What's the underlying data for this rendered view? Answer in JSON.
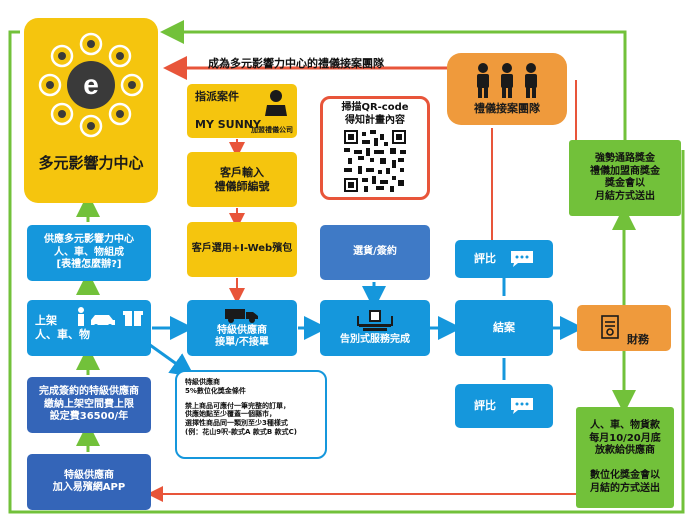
{
  "center": {
    "label": "多元影響力中心",
    "logo": "e"
  },
  "top_label": "成為多元影響力中心的禮儀接案團隊",
  "assign_case": {
    "line1": "指派案件",
    "line2": "MY SUNNY",
    "sub": "加盟禮儀公司"
  },
  "qr": {
    "title": "掃描QR-code\n得知計畫內容"
  },
  "team": {
    "label": "禮儀接案團隊"
  },
  "client_input": {
    "label": "客戶輸入\n禮儀師編號"
  },
  "client_select": {
    "label": "客戶選用+I-Web殯包"
  },
  "select_sign": {
    "label": "選貨/簽約"
  },
  "review_top": {
    "label": "評比"
  },
  "review_bottom": {
    "label": "評比"
  },
  "bonus_green": {
    "label": "強勢通路獎金\n禮儀加盟商獎金\n獎金會以\n月結方式送出"
  },
  "left_blue_center": {
    "label": "供應多元影響力中心\n人、車、物組成\n[表禮怎麼辦?]"
  },
  "listing": {
    "label": "上架\n人、車、物"
  },
  "contract_supplier": {
    "label": "完成簽約的特級供應商\n繳納上架空間費上限\n設定費36500/年"
  },
  "join_app": {
    "label": "特級供應商\n加入易殯網APP"
  },
  "special_supplier": {
    "label": "特級供應商\n接單/不接單"
  },
  "farewell": {
    "label": "告別式服務完成"
  },
  "settle": {
    "label": "結案"
  },
  "finance": {
    "label": "財務"
  },
  "callout": {
    "line1": "特級供應商",
    "line2": "5%數位化獎金條件",
    "line3": "禁上商品可應付一筆完整的訂單，",
    "line4": "供應她點至少覆蓋一個縣市，",
    "line5": "選擇性商品同一類別至少3種樣式",
    "line6": "(例：花山9呎-款式A 款式B 款式C)"
  },
  "bottom_green": {
    "label": "人、車、物貨款\n每月10/20月底\n放款給供應商\n\n數位化獎金會以\n月結的方式送出"
  },
  "colors": {
    "yellow": "#f5c50e",
    "blue": "#1597dc",
    "steel": "#3f7ac6",
    "orange": "#ef9a3c",
    "green": "#72c13a",
    "red_arrow": "#e8553a",
    "green_arrow": "#72c13a"
  }
}
